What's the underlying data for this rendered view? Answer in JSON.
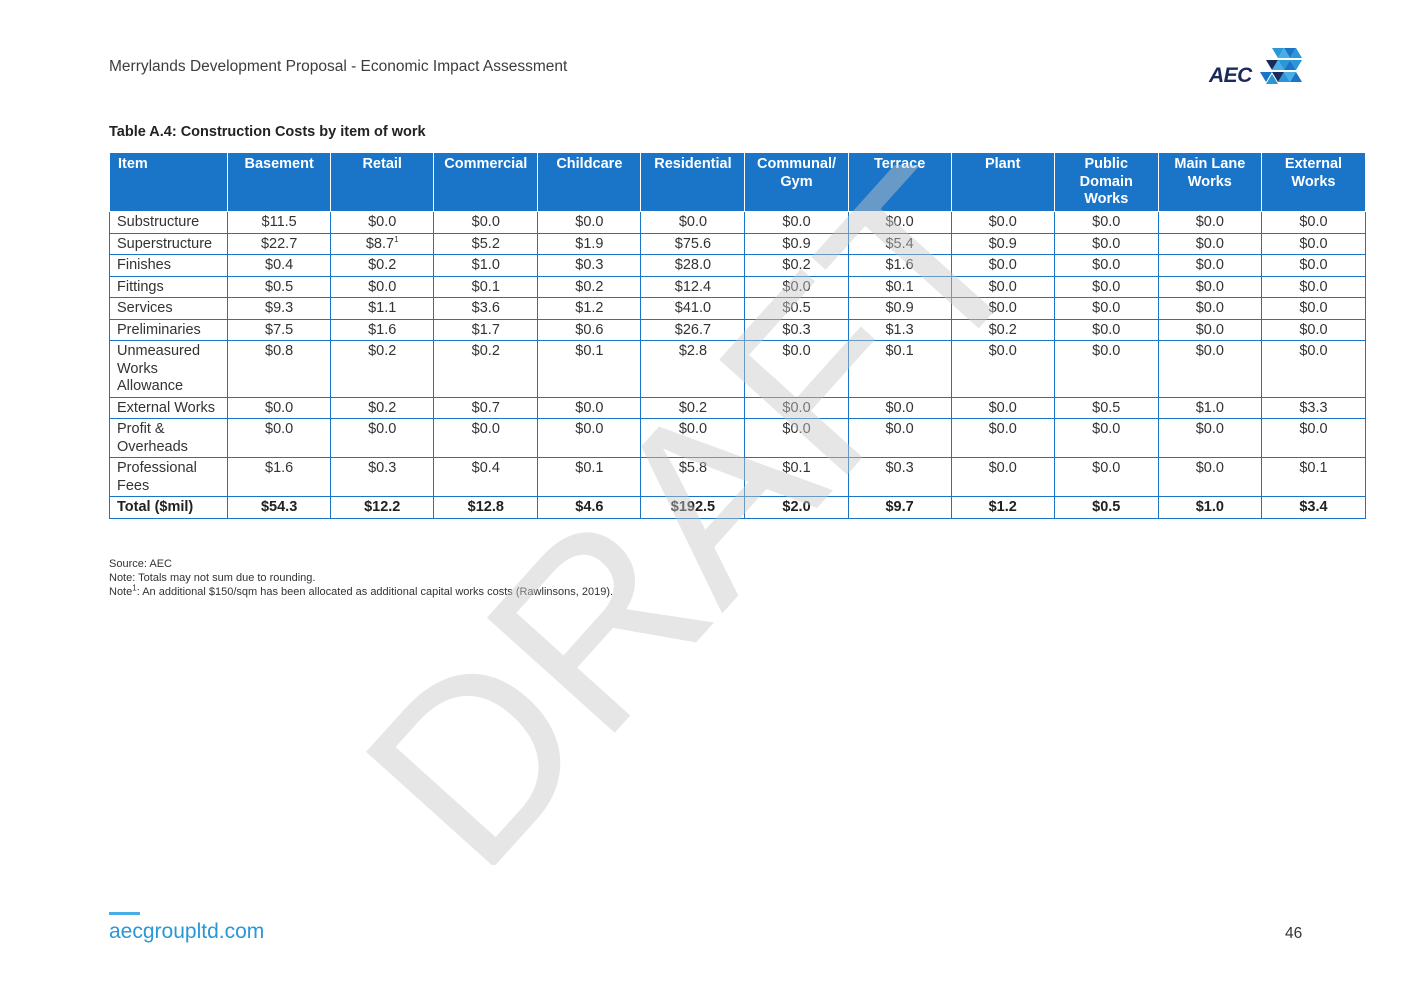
{
  "header": {
    "doc_title": "Merrylands Development Proposal - Economic Impact Assessment",
    "logo_text": "AEC"
  },
  "table": {
    "caption": "Table A.4: Construction Costs by item of work",
    "columns": [
      "Item",
      "Basement",
      "Retail",
      "Commercial",
      "Childcare",
      "Residential",
      "Communal/ Gym",
      "Terrace",
      "Plant",
      "Public Domain Works",
      "Main Lane Works",
      "External Works"
    ],
    "rows": [
      {
        "item": "Substructure",
        "values": [
          "$11.5",
          "$0.0",
          "$0.0",
          "$0.0",
          "$0.0",
          "$0.0",
          "$0.0",
          "$0.0",
          "$0.0",
          "$0.0",
          "$0.0"
        ]
      },
      {
        "item": "Superstructure",
        "values": [
          "$22.7",
          "$8.7",
          "$5.2",
          "$1.9",
          "$75.6",
          "$0.9",
          "$5.4",
          "$0.9",
          "$0.0",
          "$0.0",
          "$0.0"
        ]
      },
      {
        "item": "Finishes",
        "values": [
          "$0.4",
          "$0.2",
          "$1.0",
          "$0.3",
          "$28.0",
          "$0.2",
          "$1.6",
          "$0.0",
          "$0.0",
          "$0.0",
          "$0.0"
        ]
      },
      {
        "item": "Fittings",
        "values": [
          "$0.5",
          "$0.0",
          "$0.1",
          "$0.2",
          "$12.4",
          "$0.0",
          "$0.1",
          "$0.0",
          "$0.0",
          "$0.0",
          "$0.0"
        ]
      },
      {
        "item": "Services",
        "values": [
          "$9.3",
          "$1.1",
          "$3.6",
          "$1.2",
          "$41.0",
          "$0.5",
          "$0.9",
          "$0.0",
          "$0.0",
          "$0.0",
          "$0.0"
        ]
      },
      {
        "item": "Preliminaries",
        "values": [
          "$7.5",
          "$1.6",
          "$1.7",
          "$0.6",
          "$26.7",
          "$0.3",
          "$1.3",
          "$0.2",
          "$0.0",
          "$0.0",
          "$0.0"
        ]
      },
      {
        "item": "Unmeasured Works Allowance",
        "values": [
          "$0.8",
          "$0.2",
          "$0.2",
          "$0.1",
          "$2.8",
          "$0.0",
          "$0.1",
          "$0.0",
          "$0.0",
          "$0.0",
          "$0.0"
        ]
      },
      {
        "item": "External Works",
        "values": [
          "$0.0",
          "$0.2",
          "$0.7",
          "$0.0",
          "$0.2",
          "$0.0",
          "$0.0",
          "$0.0",
          "$0.5",
          "$1.0",
          "$3.3"
        ]
      },
      {
        "item": "Profit & Overheads",
        "values": [
          "$0.0",
          "$0.0",
          "$0.0",
          "$0.0",
          "$0.0",
          "$0.0",
          "$0.0",
          "$0.0",
          "$0.0",
          "$0.0",
          "$0.0"
        ]
      },
      {
        "item": "Professional Fees",
        "values": [
          "$1.6",
          "$0.3",
          "$0.4",
          "$0.1",
          "$5.8",
          "$0.1",
          "$0.3",
          "$0.0",
          "$0.0",
          "$0.0",
          "$0.1"
        ]
      }
    ],
    "total": {
      "item": "Total ($mil)",
      "values": [
        "$54.3",
        "$12.2",
        "$12.8",
        "$4.6",
        "$192.5",
        "$2.0",
        "$9.7",
        "$1.2",
        "$0.5",
        "$1.0",
        "$3.4"
      ]
    },
    "superscript_marker": "1"
  },
  "notes": {
    "source": "Source: AEC",
    "note_totals": "Note: Totals may not sum due to rounding.",
    "note1_prefix": "Note",
    "note1_sup": "1",
    "note1_text": ": An additional $150/sqm has been allocated as additional capital works costs (Rawlinsons, 2019)."
  },
  "watermark": "DRAFT",
  "footer": {
    "url": "aecgroupltd.com",
    "page_number": "46"
  },
  "colors": {
    "header_fill": "#1a75c8",
    "border": "#1a75c8",
    "url": "#2a97d6",
    "watermark": "#dcdcdc"
  }
}
